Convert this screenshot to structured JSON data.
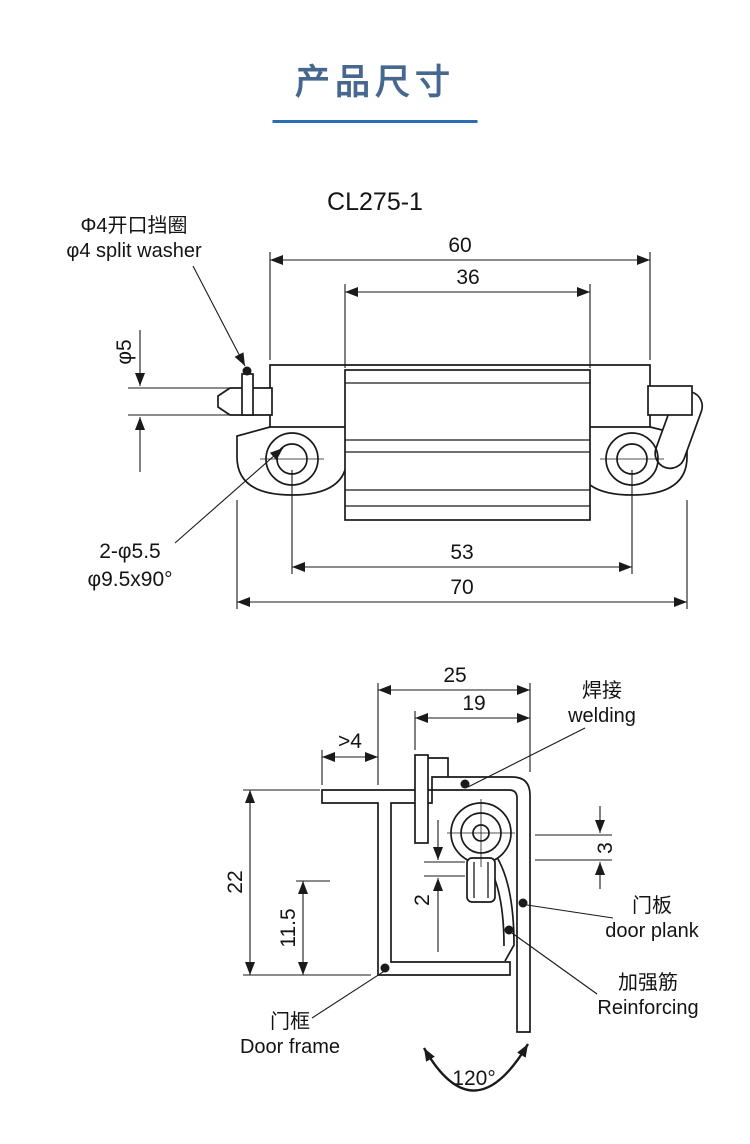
{
  "page": {
    "title": "产品尺寸",
    "model": "CL275-1"
  },
  "front_view": {
    "dims": {
      "width_outer": "60",
      "width_inner": "36",
      "pin_dia": "φ5",
      "holes": "2-φ5.5",
      "countersink": "φ9.5x90°",
      "hole_span": "53",
      "total_width": "70"
    },
    "labels": {
      "washer_cn": "Φ4开口挡圈",
      "washer_en": "φ4 split washer"
    }
  },
  "section_view": {
    "dims": {
      "width_25": "25",
      "width_19": "19",
      "gap": ">4",
      "height_22": "22",
      "height_11_5": "11.5",
      "thk_2": "2",
      "thk_3": "3",
      "angle": "120°"
    },
    "labels": {
      "welding_cn": "焊接",
      "welding_en": "welding",
      "door_plank_cn": "门板",
      "door_plank_en": "door plank",
      "reinforcing_cn": "加强筋",
      "reinforcing_en": "Reinforcing",
      "door_frame_cn": "门框",
      "door_frame_en": "Door frame"
    }
  }
}
